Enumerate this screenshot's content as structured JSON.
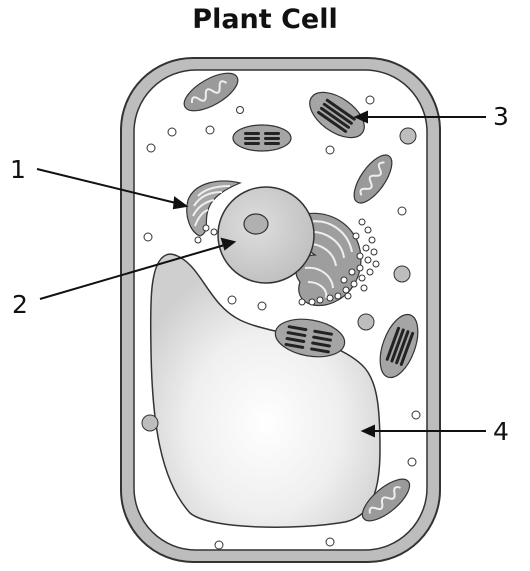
{
  "title": "Plant Cell",
  "labels": [
    {
      "id": "1",
      "text": "1"
    },
    {
      "id": "2",
      "text": "2"
    },
    {
      "id": "3",
      "text": "3"
    },
    {
      "id": "4",
      "text": "4"
    }
  ],
  "colors": {
    "cell_wall": "#b8b8b8",
    "organelle": "#a9a9a9",
    "vacuole": "#dcdcdc",
    "outline": "#333333"
  }
}
